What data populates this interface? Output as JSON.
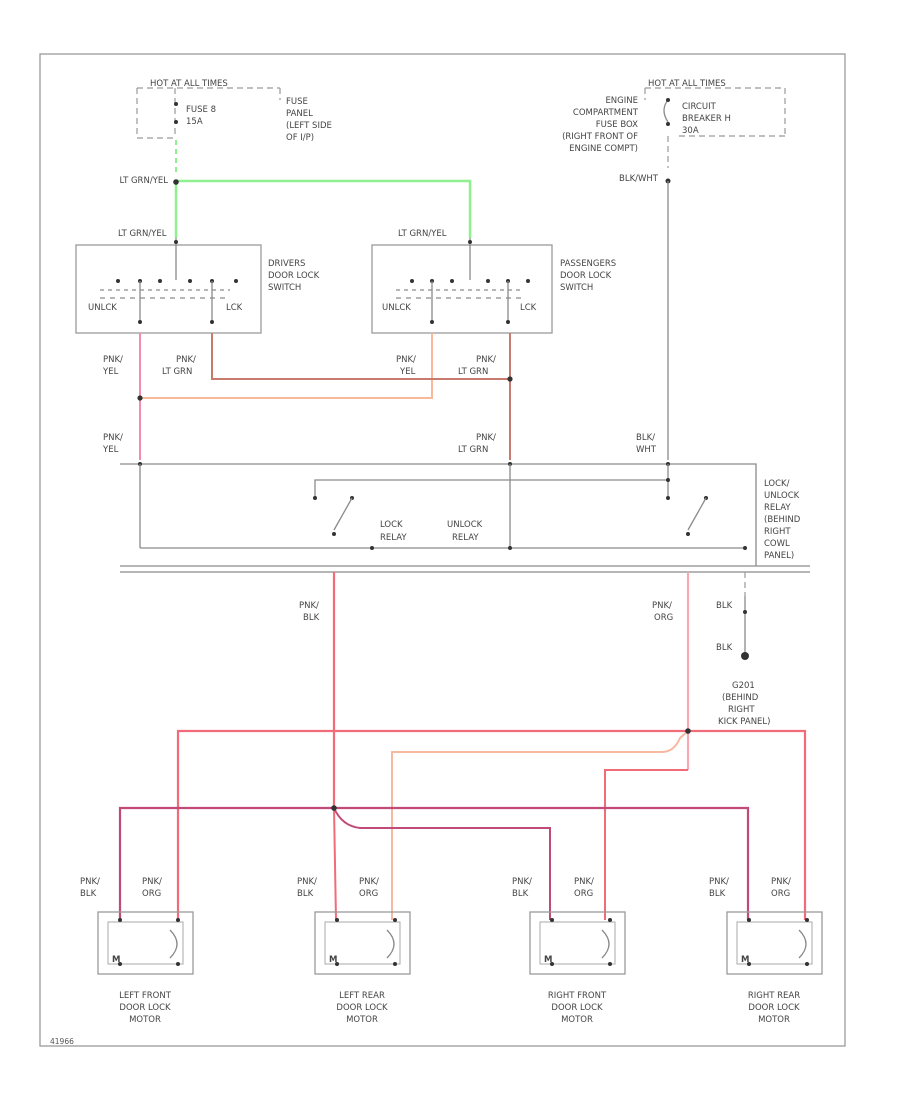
{
  "fuse_left": {
    "hot_label": "HOT AT ALL TIMES",
    "fuse_id": "FUSE 8",
    "fuse_rating": "15A",
    "location": [
      "FUSE",
      "PANEL",
      "(LEFT SIDE",
      "OF I/P)"
    ]
  },
  "fuse_right": {
    "hot_label": "HOT AT ALL TIMES",
    "location": [
      "ENGINE",
      "COMPARTMENT",
      "FUSE BOX",
      "(RIGHT FRONT OF",
      "ENGINE COMPT)"
    ],
    "breaker": [
      "CIRCUIT",
      "BREAKER H",
      "30A"
    ]
  },
  "wires": {
    "lt_grn_yel_1": "LT GRN/YEL",
    "lt_grn_yel_2": "LT GRN/YEL",
    "lt_grn_yel_3": "LT GRN/YEL",
    "blk_wht_1": "BLK/WHT",
    "blk_wht_2": [
      "BLK/",
      "WHT"
    ],
    "pnk_yel_1": [
      "PNK/",
      "YEL"
    ],
    "pnk_ltgrn_1": [
      "PNK/",
      "LT GRN"
    ],
    "pnk_yel_2": [
      "PNK/",
      "YEL"
    ],
    "pnk_ltgrn_2": [
      "PNK/",
      "LT GRN"
    ],
    "pnk_yel_3": [
      "PNK/",
      "YEL"
    ],
    "pnk_ltgrn_3": [
      "PNK/",
      "LT GRN"
    ],
    "pnk_blk_main": [
      "PNK/",
      "BLK"
    ],
    "pnk_org_main": [
      "PNK/",
      "ORG"
    ],
    "blk_1": "BLK",
    "blk_2": "BLK"
  },
  "switches": {
    "driver": {
      "name": [
        "DRIVERS",
        "DOOR LOCK",
        "SWITCH"
      ],
      "unlock": "UNLCK",
      "lock": "LCK"
    },
    "passenger": {
      "name": [
        "PASSENGERS",
        "DOOR LOCK",
        "SWITCH"
      ],
      "unlock": "UNLCK",
      "lock": "LCK"
    }
  },
  "relay": {
    "name": [
      "LOCK/",
      "UNLOCK",
      "RELAY",
      "(BEHIND",
      "RIGHT",
      "COWL",
      "PANEL)"
    ],
    "lock_relay": [
      "LOCK",
      "RELAY"
    ],
    "unlock_relay": [
      "UNLOCK",
      "RELAY"
    ]
  },
  "ground": {
    "name": [
      "G201",
      "(BEHIND",
      "RIGHT",
      "KICK PANEL)"
    ]
  },
  "motors": [
    {
      "name": [
        "LEFT FRONT",
        "DOOR LOCK",
        "MOTOR"
      ],
      "w1": [
        "PNK/",
        "BLK"
      ],
      "w2": [
        "PNK/",
        "ORG"
      ],
      "m": "M"
    },
    {
      "name": [
        "LEFT REAR",
        "DOOR LOCK",
        "MOTOR"
      ],
      "w1": [
        "PNK/",
        "BLK"
      ],
      "w2": [
        "PNK/",
        "ORG"
      ],
      "m": "M"
    },
    {
      "name": [
        "RIGHT FRONT",
        "DOOR LOCK",
        "MOTOR"
      ],
      "w1": [
        "PNK/",
        "BLK"
      ],
      "w2": [
        "PNK/",
        "ORG"
      ],
      "m": "M"
    },
    {
      "name": [
        "RIGHT REAR",
        "DOOR LOCK",
        "MOTOR"
      ],
      "w1": [
        "PNK/",
        "BLK"
      ],
      "w2": [
        "PNK/",
        "ORG"
      ],
      "m": "M"
    }
  ],
  "figure_id": "41966",
  "colors": {
    "green": "#8ef08e",
    "pink": "#f28cb0",
    "orange": "#f7b99a",
    "red": "#f26b78",
    "brown_red": "#c97a6e",
    "gray": "#8a8a8a"
  }
}
